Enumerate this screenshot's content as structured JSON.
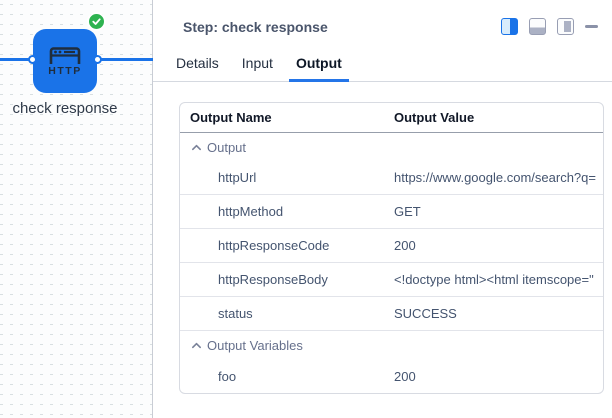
{
  "canvas": {
    "node": {
      "type_label": "HTTP",
      "name": "check response",
      "status": "success"
    }
  },
  "panel": {
    "title": "Step: check response",
    "window_controls": [
      {
        "name": "layout-split-right",
        "active": true
      },
      {
        "name": "layout-dock-bottom",
        "active": false
      },
      {
        "name": "layout-dock-right",
        "active": false
      },
      {
        "name": "minimize",
        "active": false
      }
    ],
    "tabs": [
      {
        "label": "Details",
        "active": false
      },
      {
        "label": "Input",
        "active": false
      },
      {
        "label": "Output",
        "active": true
      }
    ],
    "table": {
      "columns": {
        "name": "Output Name",
        "value": "Output Value"
      },
      "rows": [
        {
          "type": "group",
          "name": "Output",
          "collapsed": false
        },
        {
          "type": "data",
          "name": "httpUrl",
          "value": "https://www.google.com/search?q="
        },
        {
          "type": "data",
          "name": "httpMethod",
          "value": "GET"
        },
        {
          "type": "data",
          "name": "httpResponseCode",
          "value": "200"
        },
        {
          "type": "data",
          "name": "httpResponseBody",
          "value": "<!doctype html><html itemscope=\""
        },
        {
          "type": "data",
          "name": "status",
          "value": "SUCCESS"
        },
        {
          "type": "group",
          "name": "Output Variables",
          "collapsed": false
        },
        {
          "type": "data",
          "name": "foo",
          "value": "200",
          "last": true
        }
      ]
    }
  },
  "colors": {
    "accent_blue": "#1a73e8",
    "success_green": "#2eb350",
    "tab_underline": "#2475e8"
  }
}
